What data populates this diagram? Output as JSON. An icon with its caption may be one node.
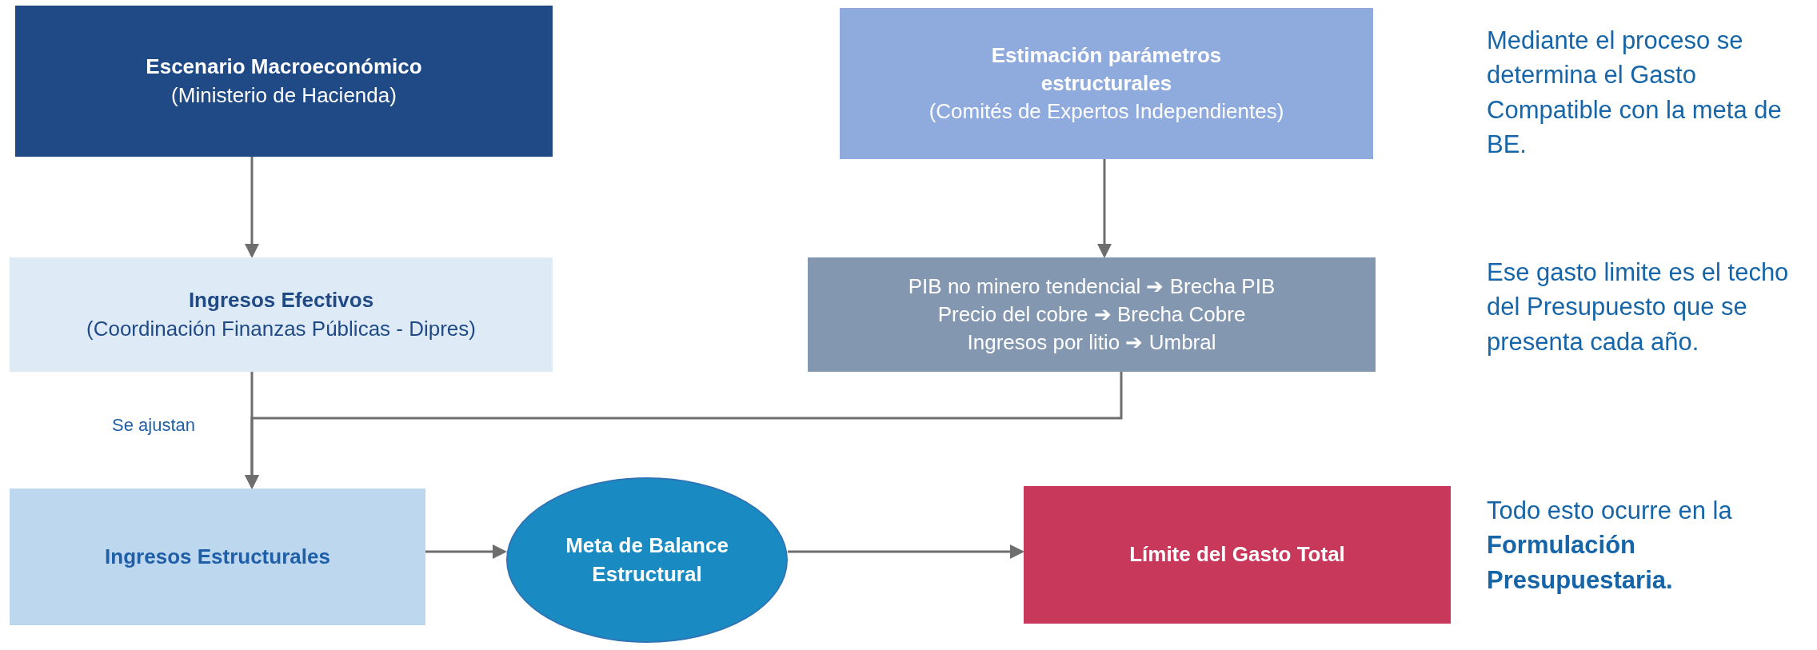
{
  "diagram": {
    "nodes": [
      {
        "text": [
          "Escenario Macroeconómico",
          "(Ministerio de Hacienda)"
        ]
      },
      {
        "text": [
          "Estimación parámetros estructurales",
          "(Comités de Expertos Independientes)"
        ]
      },
      {
        "text": [
          "Ingresos Efectivos",
          "(Coordinación Finanzas Públicas - Dipres)"
        ]
      },
      {
        "text": [
          "PIB no minero tendencial ➔ Brecha PIB",
          "Precio del cobre ➔ Brecha Cobre",
          "Ingresos por litio ➔ Umbral"
        ]
      },
      {
        "text": [
          "Ingresos Estructurales"
        ]
      },
      {
        "text": [
          "Meta de Balance Estructural"
        ]
      },
      {
        "text": [
          "Límite del Gasto Total"
        ]
      }
    ],
    "edges": [
      {
        "from": 0,
        "to": 2,
        "arrow": "to"
      },
      {
        "from": 1,
        "to": 3,
        "arrow": "to"
      },
      {
        "from": 2,
        "to": 4,
        "arrow": "to",
        "label": "Se ajustan"
      },
      {
        "from": 3,
        "to": 4,
        "arrow": "to"
      },
      {
        "from": 4,
        "to": 5,
        "arrow": "to"
      },
      {
        "from": 5,
        "to": 6,
        "arrow": "to"
      }
    ],
    "labels": [
      "Mediante el proceso se determina el Gasto Compatible con la meta de BE.",
      "Ese gasto limite es el techo del Presupuesto que se presenta cada año.",
      "Todo esto ocurre en la **Formulación Presupuestaria.**"
    ]
  }
}
